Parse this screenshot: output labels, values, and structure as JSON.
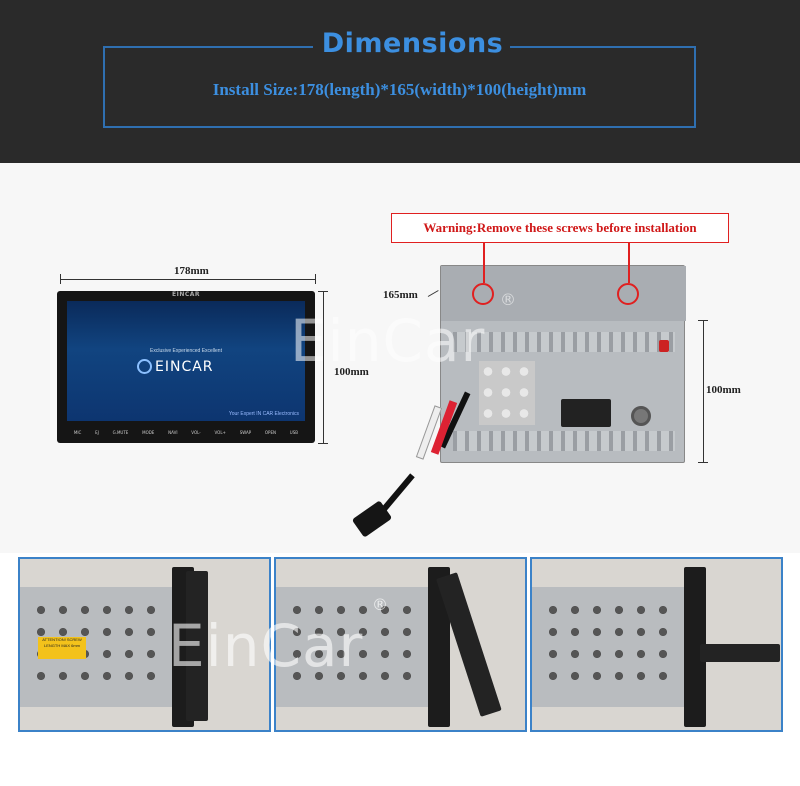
{
  "header": {
    "title": "Dimensions",
    "install_size": "Install Size:178(length)*165(width)*100(height)mm"
  },
  "front_unit": {
    "length_label": "178mm",
    "height_label": "100mm",
    "top_brand": "EINCAR",
    "screen_tagline": "Exclusive Experienced Excellent",
    "screen_logo": "EINCAR",
    "screen_footer": "Your Expert IN CAR Electronics",
    "buttons": [
      "MIC",
      "EJ",
      "G.MUTE",
      "MODE",
      "NAVI",
      "VOL-",
      "VOL+",
      "SWAP",
      "OPEN",
      "USB"
    ]
  },
  "rear_unit": {
    "width_label": "165mm",
    "height_label": "100mm",
    "warning": "Warning:Remove these screws before installation"
  },
  "photos": {
    "label_text": "ATTENTION! SCREW LENGTH MAX 6mm"
  },
  "watermark": {
    "text": "EinCar",
    "registered_mark": "®"
  },
  "colors": {
    "accent_blue": "#3c8fe0",
    "warning_red": "#e02020",
    "banner_bg": "#2a2a2a"
  }
}
